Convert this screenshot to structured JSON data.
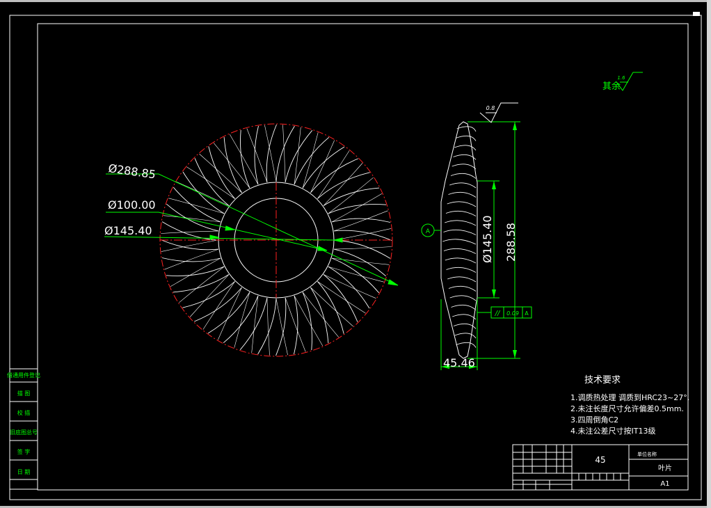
{
  "colors": {
    "background": "#000000",
    "line": "#ffffff",
    "dimension": "#00ff00",
    "centerline": "#ff0000",
    "window_frame": "#c0c0c0",
    "text": "#ffffff"
  },
  "front_view": {
    "blade_count": 40,
    "dims": {
      "outer": "Ø288.85",
      "bore": "Ø100.00",
      "hub": "Ø145.40"
    }
  },
  "side_view": {
    "datum": "A",
    "dims": {
      "hub_dia": "Ø145.40",
      "outer": "288.58",
      "width": "45.46"
    },
    "roughness_top": "0.8",
    "parallelism": {
      "symbol": "//",
      "tol": "0.09",
      "ref": "A"
    }
  },
  "roughness_note": {
    "label": "其余",
    "value": "1.6"
  },
  "tech_req": {
    "title": "技术要求",
    "items": [
      "1.调质热处理  调质到HRC23~27°.",
      "2.未注长度尺寸允许偏差0.5mm.",
      "3.四周倒角C2",
      "4.未注公差尺寸按IT13级"
    ]
  },
  "sidebar": {
    "cells": [
      "借通用件登记",
      "描    图",
      "校    描",
      "旧底图总号",
      "签    字",
      "日    期"
    ]
  },
  "title_block": {
    "material": "45",
    "part_name": "叶片",
    "company": "单位名称",
    "sheet": "A1"
  }
}
